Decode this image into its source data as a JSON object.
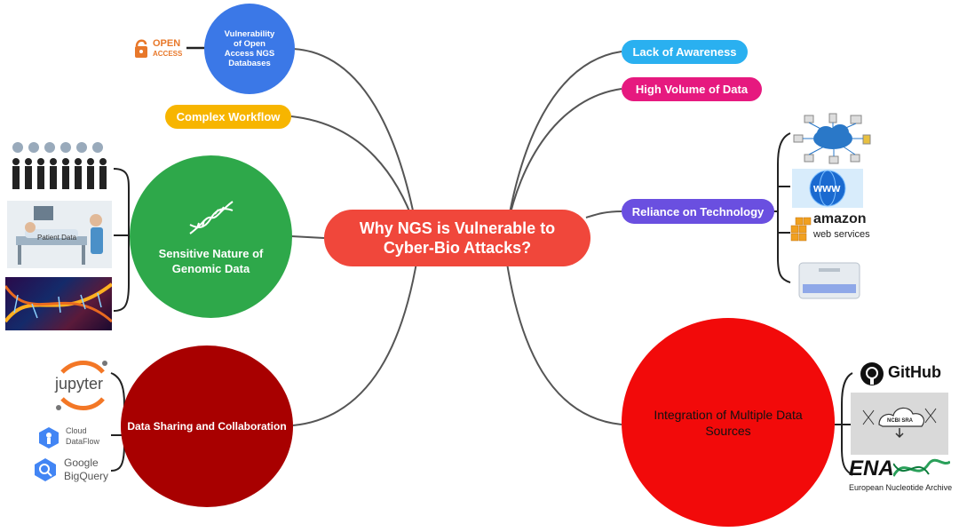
{
  "center": {
    "line1": "Why NGS is Vulnerable to",
    "line2": "Cyber-Bio Attacks?"
  },
  "left": {
    "vulnerability": {
      "line1": "Vulnerability",
      "line2": "of Open",
      "line3": "Access NGS",
      "line4": "Databases",
      "color": "#3b78e7"
    },
    "complex_workflow": {
      "label": "Complex Workflow",
      "color": "#f7b500"
    },
    "sensitive": {
      "line1": "Sensitive Nature of",
      "line2": "Genomic Data",
      "color": "#2ea84a"
    },
    "sharing": {
      "label": "Data Sharing and Collaboration",
      "color": "#a80000"
    }
  },
  "right": {
    "lack_awareness": {
      "label": "Lack of Awareness",
      "color": "#2ab0f0"
    },
    "high_volume": {
      "label": "High Volume of Data",
      "color": "#e6197f"
    },
    "reliance": {
      "label": "Reliance on Technology",
      "color": "#6a4fe0"
    },
    "integration": {
      "line1": "Integration of Multiple Data",
      "line2": "Sources",
      "color": "#f20a0a"
    }
  },
  "logos": {
    "open_access": {
      "line1": "OPEN",
      "line2": "ACCESS"
    },
    "patient_data": "Patient Data",
    "jupyter": "jupyter",
    "cloud_dataflow": {
      "line1": "Cloud",
      "line2": "DataFlow"
    },
    "google_bigquery": {
      "line1": "Google",
      "line2": "BigQuery"
    },
    "www": "www",
    "amazon": {
      "line1": "amazon",
      "line2": "web services"
    },
    "github": "GitHub",
    "ncbi_sra": "NCBI SRA",
    "ena": {
      "logo": "ENA",
      "caption": "European Nucleotide Archive"
    }
  },
  "colors": {
    "link": "#555555",
    "bracket": "#222222"
  }
}
